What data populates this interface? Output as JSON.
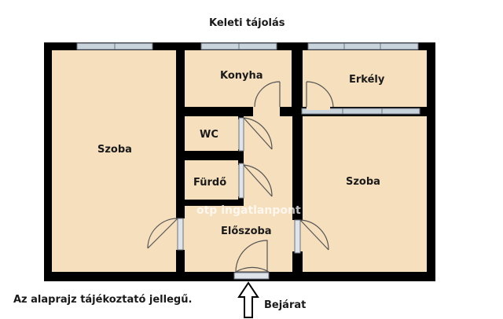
{
  "orientation_label": "Keleti tájolás",
  "rooms": {
    "szoba_left": "Szoba",
    "konyha": "Konyha",
    "erkely": "Erkély",
    "wc": "WC",
    "furdo": "Fürdő",
    "eloszoba": "Előszoba",
    "szoba_right": "Szoba"
  },
  "watermark": "otp ingatlanpont",
  "disclaimer": "Az alaprajz tájékoztató jellegű.",
  "entrance_label": "Bejárat",
  "colors": {
    "floor": "#f5dfbd",
    "wall": "#000000",
    "window": "#c9d3dc",
    "door": "#555555"
  }
}
